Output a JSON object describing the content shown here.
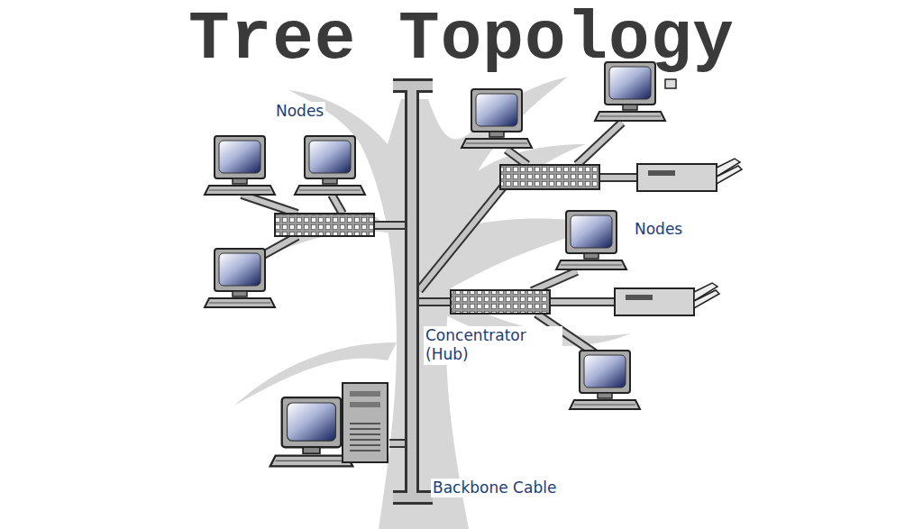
{
  "diagram": {
    "title": "Tree Topology",
    "labels": [
      "Nodes",
      "Nodes",
      "Concentrator (Hub)",
      "Backbone Cable"
    ]
  }
}
